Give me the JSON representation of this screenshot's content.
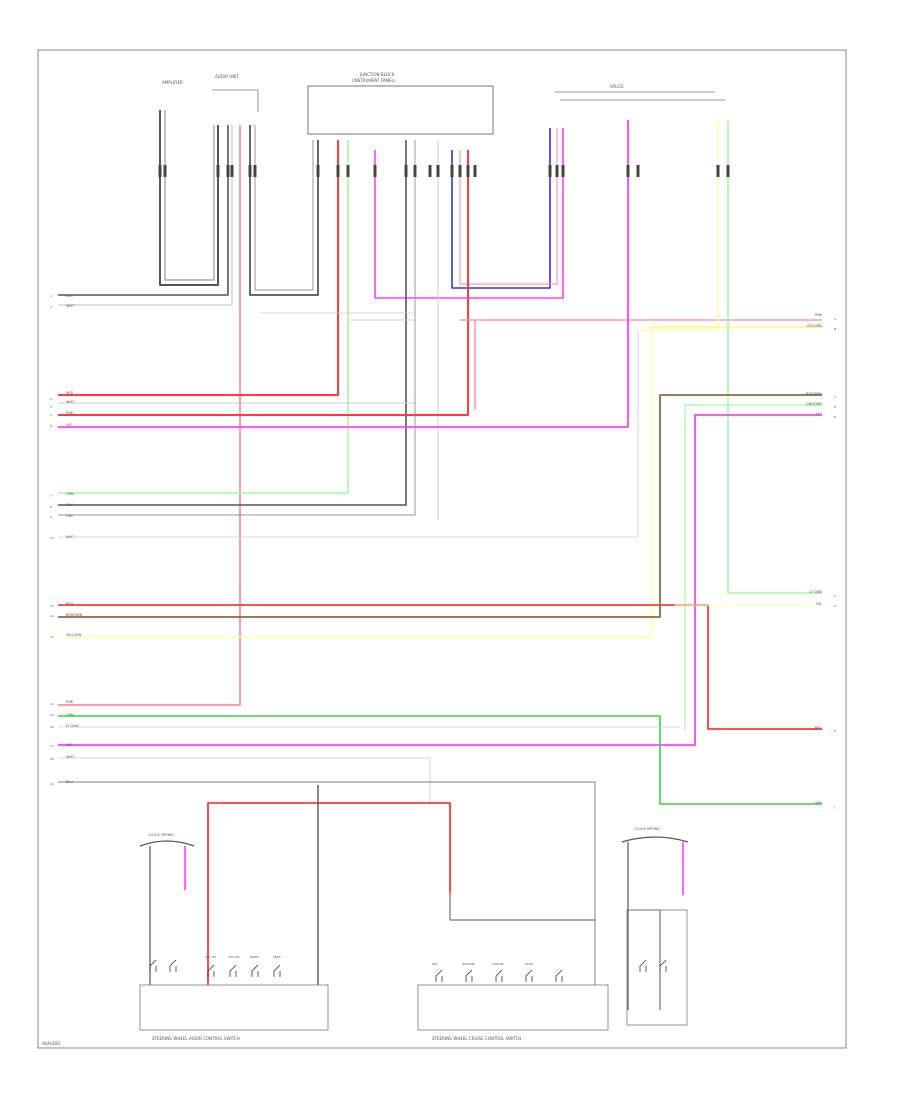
{
  "colors": {
    "red": "#ff3b3b",
    "pink": "#ff9bb0",
    "magenta": "#ff40ff",
    "green": "#39d639",
    "lightgreen": "#a6f7a6",
    "yellow": "#ffff66",
    "lightyellow": "#ffffaa",
    "blue": "#3030ff",
    "black": "#000000",
    "darkgray": "#555555",
    "gray": "#999999",
    "lightgray": "#cccccc",
    "brown": "#8b6b3c",
    "frame": "#888888"
  },
  "labels": {
    "audio_unit": "AUDIO UNIT",
    "amp": "AMPLIFIER",
    "junction": "JUNCTION BLOCK",
    "junction_sub": "(INSTRUMENT PANEL)",
    "splice": "SPLICE",
    "steering_left": "STEERING WHEEL AUDIO CONTROL SWITCH",
    "steering_right": "STEERING WHEEL CRUISE CONTROL SWITCH",
    "clock_spring_l": "CLOCK SPRING",
    "clock_spring_r": "CLOCK SPRING",
    "page_tag": "W/AUDIO"
  },
  "wire_labels": {
    "left_1": "BLK",
    "left_2": "WHT",
    "left_3": "RED",
    "left_4": "WHT",
    "left_5": "PNK",
    "left_6": "VIO",
    "left_7": "GRN",
    "left_8": "BLU",
    "left_9": "GRY",
    "left_10": "WHT",
    "left_11": "RED",
    "left_12": "RED/GRN",
    "left_13": "YEL/GRN",
    "left_14": "PNK",
    "left_15": "GRN",
    "left_16": "LT GRN",
    "left_17": "VIO",
    "left_18": "WHT",
    "left_19": "BLU",
    "right_1": "PNK",
    "right_2": "YEL/GRN",
    "right_3": "RED/BRN",
    "right_4": "GRY/GRN",
    "right_5": "VIO",
    "right_6": "LT GRN",
    "right_7": "YEL",
    "right_8": "RED",
    "right_9": "GRN",
    "sw_1": "VOL UP",
    "sw_2": "VOL DN",
    "sw_3": "MODE",
    "sw_4": "SEEK",
    "sw_5": "SET",
    "sw_6": "RESUME",
    "sw_7": "CANCEL",
    "sw_8": "MAIN"
  }
}
